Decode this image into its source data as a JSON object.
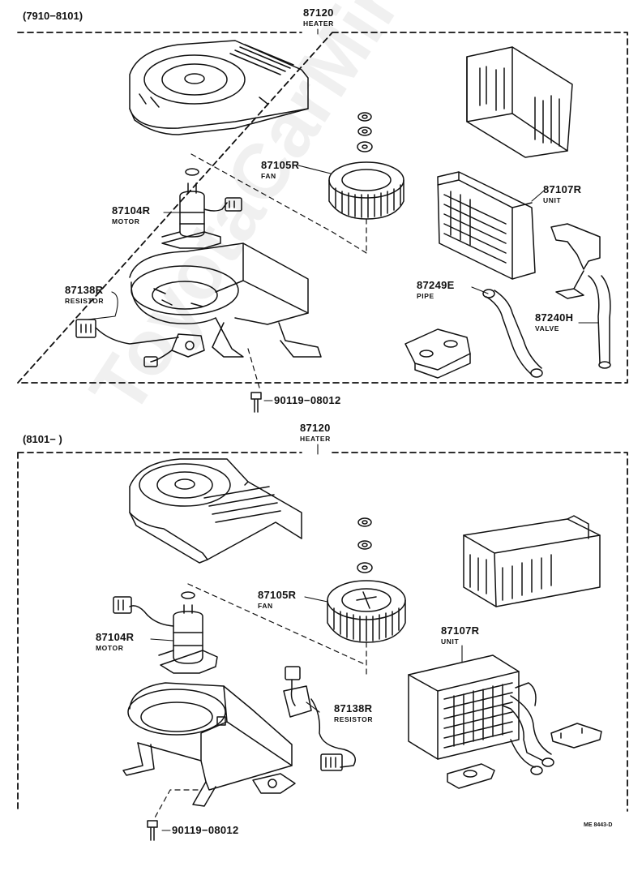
{
  "watermark": "ToyotaCarMirror.ru",
  "drawing_code": "ME 8443-D",
  "sections": [
    {
      "range": "(7910−8101)",
      "heater": {
        "part_no": "87120",
        "desc": "HEATER"
      },
      "fan": {
        "part_no": "87105R",
        "desc": "FAN"
      },
      "motor": {
        "part_no": "87104R",
        "desc": "MOTOR"
      },
      "unit": {
        "part_no": "87107R",
        "desc": "UNIT"
      },
      "resistor": {
        "part_no": "87138R",
        "desc": "RESISTOR"
      },
      "pipe": {
        "part_no": "87249E",
        "desc": "PIPE"
      },
      "valve": {
        "part_no": "87240H",
        "desc": "VALVE"
      },
      "bolt": {
        "part_no": "90119−08012"
      }
    },
    {
      "range": "(8101−      )",
      "heater": {
        "part_no": "87120",
        "desc": "HEATER"
      },
      "fan": {
        "part_no": "87105R",
        "desc": "FAN"
      },
      "motor": {
        "part_no": "87104R",
        "desc": "MOTOR"
      },
      "unit": {
        "part_no": "87107R",
        "desc": "UNIT"
      },
      "resistor": {
        "part_no": "87138R",
        "desc": "RESISTOR"
      },
      "bolt": {
        "part_no": "90119−08012"
      }
    }
  ]
}
